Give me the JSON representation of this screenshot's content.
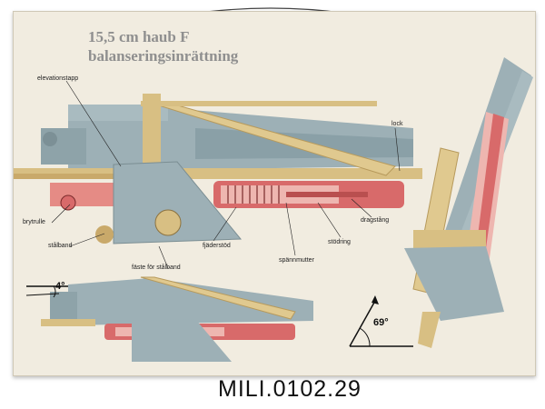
{
  "title_line1": "15,5 cm haub F",
  "title_line2": "balanseringsinrättning",
  "labels": {
    "elevationstapp": "elevationstapp",
    "lock": "lock",
    "brytrulle": "brytrulle",
    "stalband": "stålband",
    "faste_for_stalband": "fäste för stålband",
    "fjaderstod": "fjäderstöd",
    "spannmutter": "spännmutter",
    "stodring": "stödring",
    "dragstang": "dragstång"
  },
  "angles": {
    "low": "4°",
    "high": "69°"
  },
  "catalog_number": "MILI.0102.29",
  "colors": {
    "board": "#f1ece0",
    "tan": "#d8bf83",
    "blue_grey": "#9db0b6",
    "red": "#d86a6a",
    "pink": "#eeb6b0"
  }
}
